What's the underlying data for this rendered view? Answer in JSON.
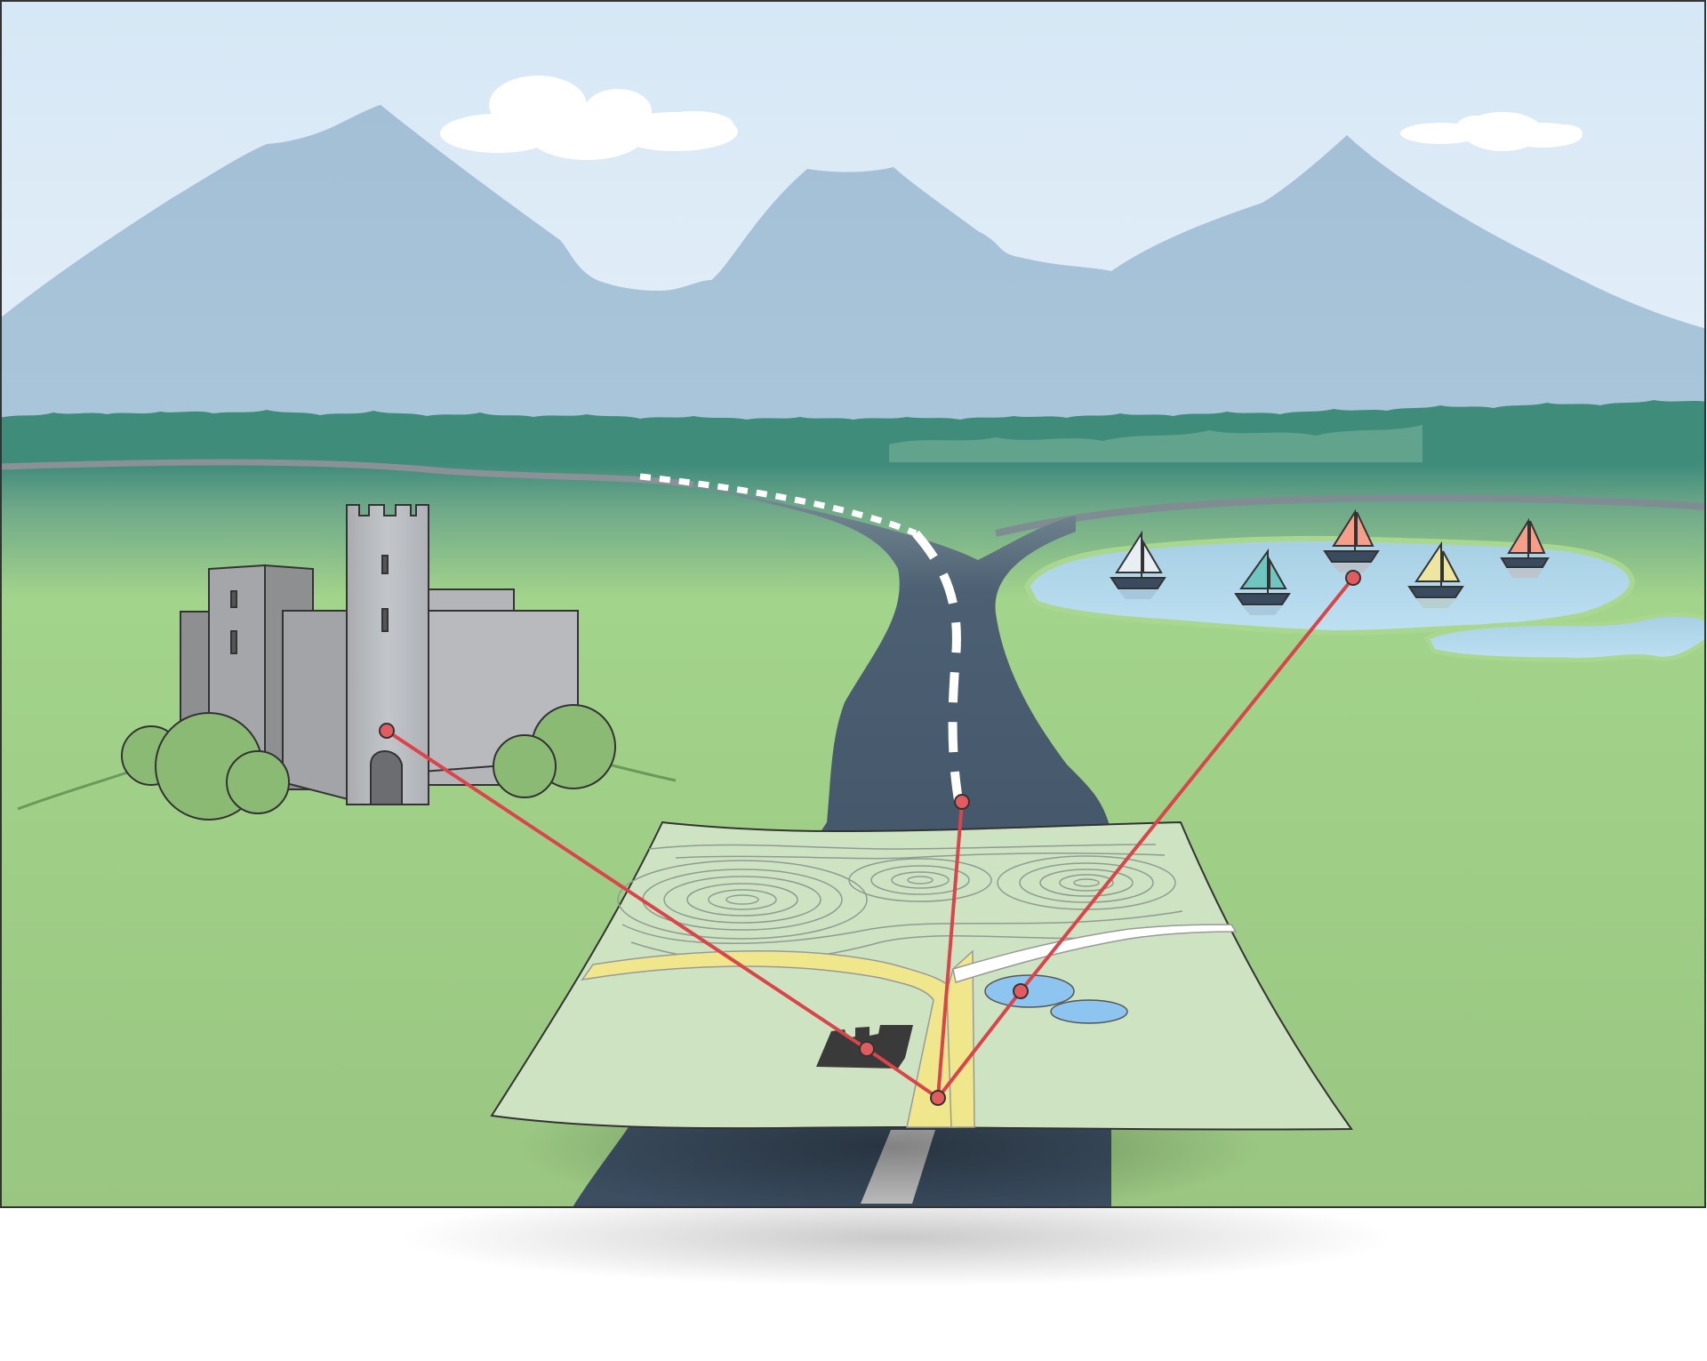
{
  "colors": {
    "sky_top": "#d6e7f5",
    "sky_bottom": "#e6f0f8",
    "mountain": "#a5c2d8",
    "forest_dark": "#3f8c7b",
    "forest_light": "#7fb79c",
    "grass": "#9cc983",
    "grass_light": "#acd991",
    "road": "#45566e",
    "road_dark": "#3b4d60",
    "lake": "#b4d9ee",
    "castle_light": "#bbbfc4",
    "castle_mid": "#a8aaad",
    "castle_dark": "#8d8f91",
    "tree": "#8bba74",
    "map_paper": "#cde3c2",
    "map_road_yellow": "#f0e68c",
    "map_lake": "#8ec4f0",
    "marker_red": "#e25c5f",
    "outline": "#333333"
  },
  "icons": {
    "castle": "castle-icon",
    "boat": "sailboat-icon",
    "tree": "tree-icon",
    "cloud": "cloud-icon",
    "mountain": "mountain-icon",
    "map": "map-icon",
    "marker": "location-marker-icon"
  },
  "boats": [
    {
      "sail": "#e9eef3"
    },
    {
      "sail": "#6fc5bf"
    },
    {
      "sail": "#f59e8a"
    },
    {
      "sail": "#eee5a0"
    },
    {
      "sail": "#f59e8a"
    }
  ],
  "correspondences": [
    {
      "from": "castle",
      "to": "map-castle-symbol"
    },
    {
      "from": "road",
      "to": "map-road"
    },
    {
      "from": "lake",
      "to": "map-lake"
    }
  ]
}
